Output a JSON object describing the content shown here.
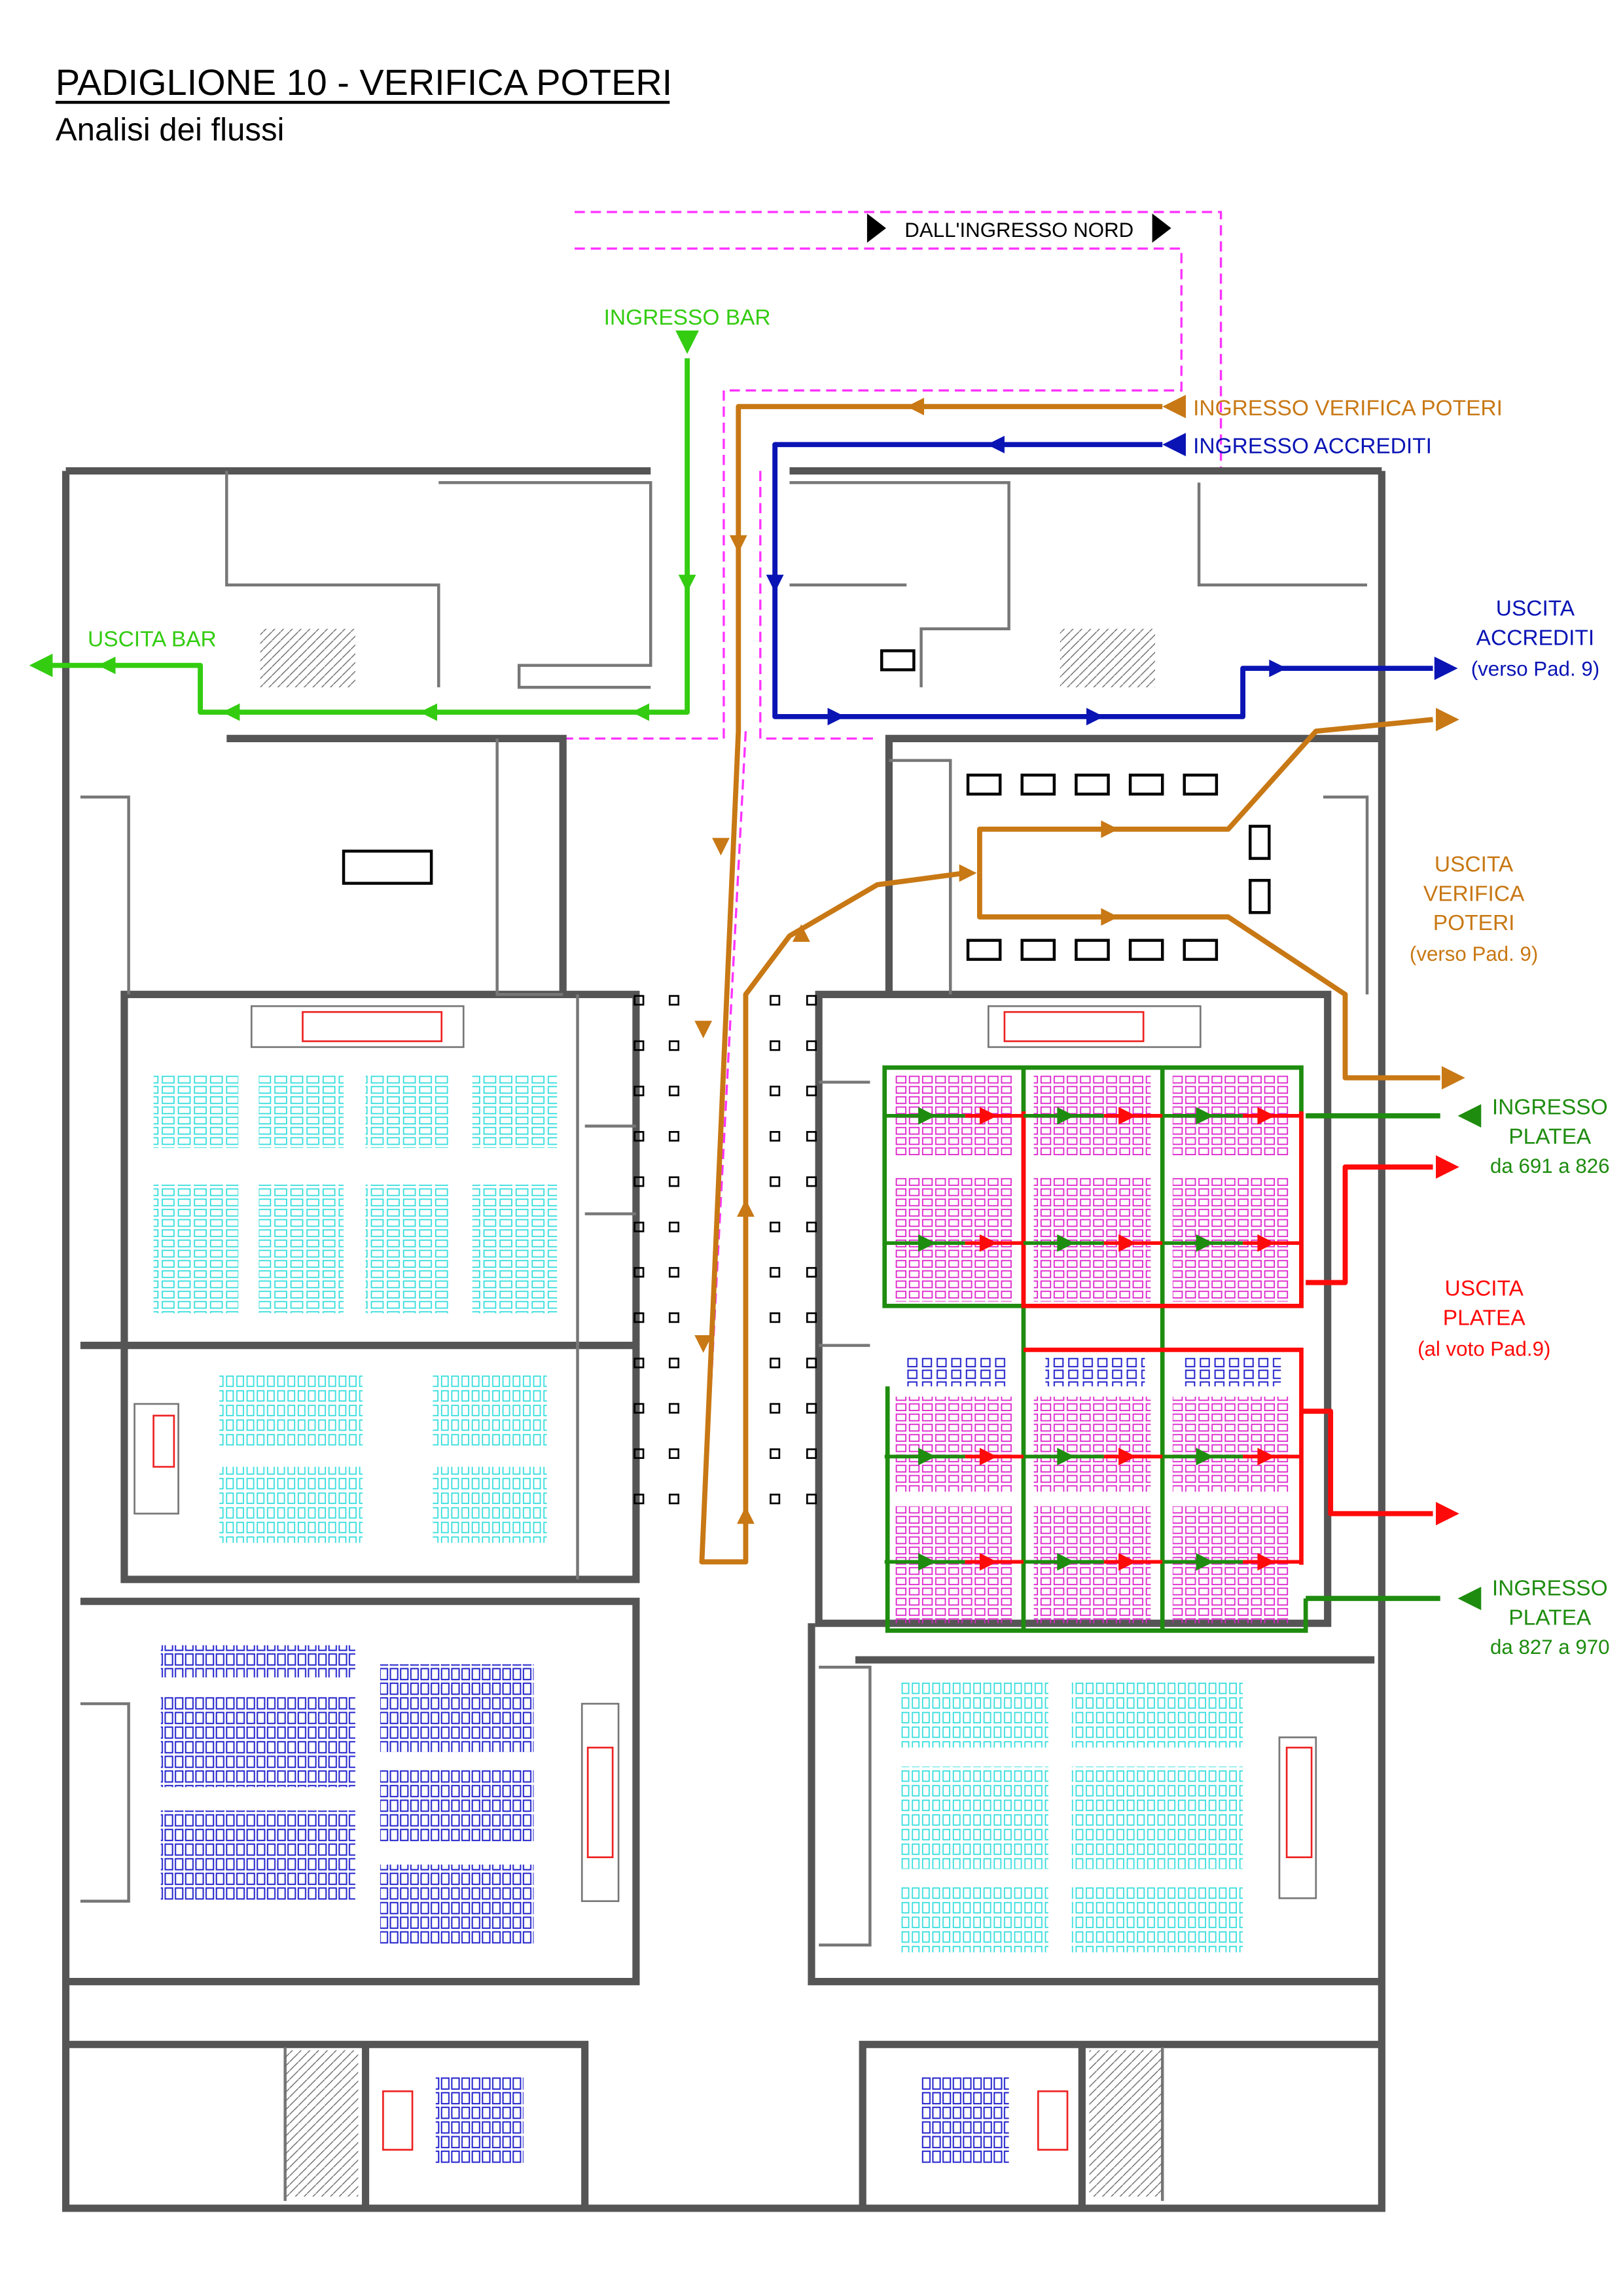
{
  "header": {
    "title": "PADIGLIONE 10 - VERIFICA POTERI",
    "subtitle": "Analisi dei flussi"
  },
  "labels": {
    "north_entrance": "DALL'INGRESSO NORD",
    "bar_entrance": "INGRESSO BAR",
    "bar_exit": "USCITA BAR",
    "verifica_entrance": "INGRESSO VERIFICA POTERI",
    "accrediti_entrance": "INGRESSO ACCREDITI",
    "accrediti_exit": [
      "USCITA",
      "ACCREDITI",
      "(verso Pad. 9)"
    ],
    "verifica_exit": [
      "USCITA",
      "VERIFICA",
      "POTERI",
      "(verso Pad. 9)"
    ],
    "platea_entrance_1": [
      "INGRESSO",
      "PLATEA",
      "da 691 a 826"
    ],
    "platea_exit": [
      "USCITA",
      "PLATEA",
      "(al voto Pad.9)"
    ],
    "platea_entrance_2": [
      "INGRESSO",
      "PLATEA",
      "da 827 a 970"
    ]
  },
  "colors": {
    "bar_flow": "#33cc11",
    "verifica_flow": "#c87814",
    "accrediti_flow": "#0a14b4",
    "platea_in": "#1e8c0f",
    "platea_out": "#ff0a0a",
    "north_path": "#ff33ff",
    "walls": "#555555",
    "seats_cyan": "#33dddd",
    "seats_magenta": "#dd22cc",
    "seats_blue": "#2222cc"
  }
}
